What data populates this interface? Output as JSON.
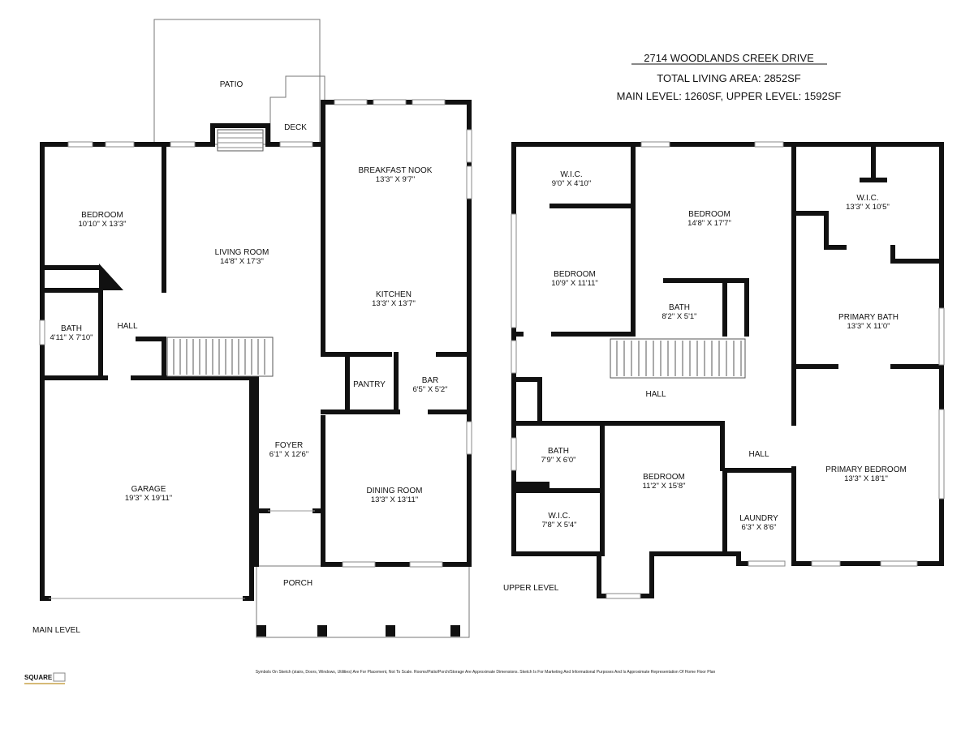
{
  "header": {
    "address": "2714 WOODLANDS CREEK DRIVE",
    "total_area": "TOTAL LIVING AREA: 2852SF",
    "levels_area": "MAIN LEVEL: 1260SF, UPPER LEVEL: 1592SF"
  },
  "main_level": {
    "level_label": "MAIN LEVEL",
    "rooms": {
      "patio": {
        "name": "PATIO"
      },
      "deck": {
        "name": "DECK"
      },
      "bedroom": {
        "name": "BEDROOM",
        "dims": "10'10\" X 13'3\""
      },
      "living_room": {
        "name": "LIVING ROOM",
        "dims": "14'8\" X 17'3\""
      },
      "breakfast_nook": {
        "name": "BREAKFAST NOOK",
        "dims": "13'3\" X 9'7\""
      },
      "kitchen": {
        "name": "KITCHEN",
        "dims": "13'3\" X 13'7\""
      },
      "bath": {
        "name": "BATH",
        "dims": "4'11\" X 7'10\""
      },
      "hall": {
        "name": "HALL"
      },
      "pantry": {
        "name": "PANTRY"
      },
      "bar": {
        "name": "BAR",
        "dims": "6'5\" X 5'2\""
      },
      "foyer": {
        "name": "FOYER",
        "dims": "6'1\" X 12'6\""
      },
      "garage": {
        "name": "GARAGE",
        "dims": "19'3\" X 19'11\""
      },
      "dining_room": {
        "name": "DINING ROOM",
        "dims": "13'3\" X 13'11\""
      },
      "porch": {
        "name": "PORCH"
      }
    }
  },
  "upper_level": {
    "level_label": "UPPER LEVEL",
    "rooms": {
      "wic_1": {
        "name": "W.I.C.",
        "dims": "9'0\" X 4'10\""
      },
      "bedroom_1": {
        "name": "BEDROOM",
        "dims": "14'8\" X 17'7\""
      },
      "wic_2": {
        "name": "W.I.C.",
        "dims": "13'3\" X 10'5\""
      },
      "bedroom_2": {
        "name": "BEDROOM",
        "dims": "10'9\" X 11'11\""
      },
      "bath_1": {
        "name": "BATH",
        "dims": "8'2\" X 5'1\""
      },
      "primary_bath": {
        "name": "PRIMARY BATH",
        "dims": "13'3\" X 11'0\""
      },
      "hall_1": {
        "name": "HALL"
      },
      "bath_2": {
        "name": "BATH",
        "dims": "7'9\" X 6'0\""
      },
      "bedroom_3": {
        "name": "BEDROOM",
        "dims": "11'2\" X 15'8\""
      },
      "hall_2": {
        "name": "HALL"
      },
      "primary_bedroom": {
        "name": "PRIMARY BEDROOM",
        "dims": "13'3\" X 18'1\""
      },
      "wic_3": {
        "name": "W.I.C.",
        "dims": "7'8\" X 5'4\""
      },
      "laundry": {
        "name": "LAUNDRY",
        "dims": "6'3\" X 8'6\""
      }
    }
  },
  "footer": {
    "logo_text": "SQUARE",
    "disclaimer": "Symbols On Sketch (stairs, Doors, Windows, Utilities) Are For Placement, Not To Scale. Rooms/Patio/Porch/Storage Are Approximate Dimensions. Sketch Is For Marketing And Informational Purposes And Is Approximate Representation Of Home Floor Plan"
  },
  "colors": {
    "wall": "#111111",
    "background": "#ffffff"
  }
}
